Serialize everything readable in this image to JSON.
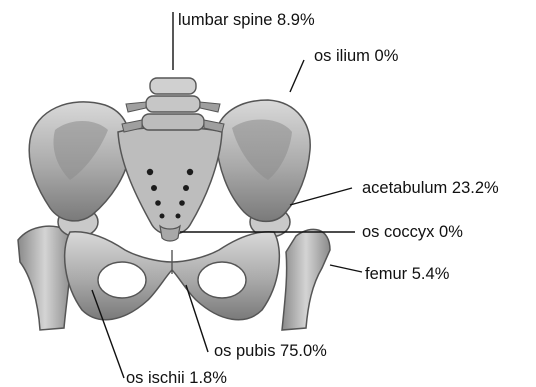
{
  "labels": {
    "lumbar_spine": "lumbar spine 8.9%",
    "os_ilium": "os ilium 0%",
    "acetabulum": "acetabulum 23.2%",
    "os_coccyx": "os coccyx 0%",
    "femur": "femur 5.4%",
    "os_pubis": "os pubis 75.0%",
    "os_ischii": "os ischii 1.8%"
  },
  "colors": {
    "bone": "#b9b9b9",
    "bone_dark": "#6f6f6f",
    "bone_light": "#e3e3e3",
    "leader_line": "#111111"
  }
}
